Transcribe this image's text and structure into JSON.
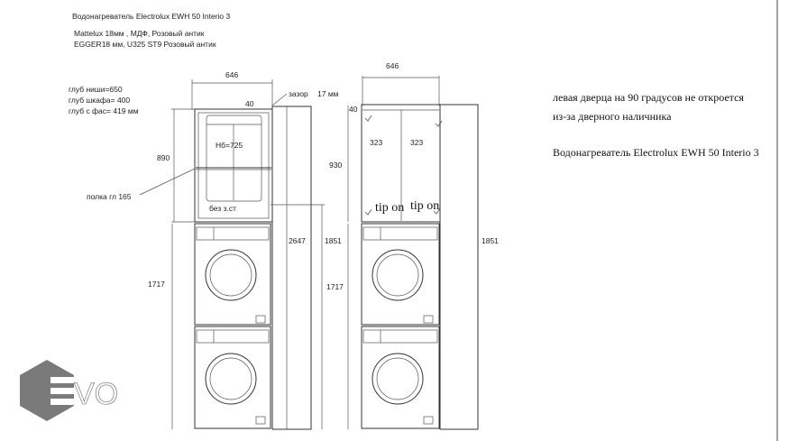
{
  "header": {
    "title": "Водонагреватель Electrolux EWH 50 Interio 3",
    "material_1": "Mattelux 18мм , МДФ, Розовый антик",
    "material_2": "EGGER18 мм, U325 ST9 Розовый антик"
  },
  "left_drawing": {
    "depth_niche": "глуб ниши=650",
    "depth_cabinet": "глуб шкафа= 400",
    "depth_facade": "глуб с фас= 419 мм",
    "width": "646",
    "top_offset": "40",
    "gap_label": "зазор",
    "gap_value": "17 мм",
    "heater_height": "Нб=725",
    "cabinet_height": "890",
    "shelf_label": "полка гл 165",
    "no_back": "без з.ст",
    "total_height": "2647",
    "lower_height": "1851",
    "washer_stack_height": "1717"
  },
  "right_drawing": {
    "width": "646",
    "top_offset": "40",
    "cabinet_height": "930",
    "door_left_width": "323",
    "door_right_width": "323",
    "tip_on_left": "tip on",
    "tip_on_right": "tip on",
    "lower_height": "1851",
    "washer_stack_height": "1717"
  },
  "notes": {
    "line_1": "левая дверца на 90 градусов не откроется",
    "line_2": "из-за дверного наличника",
    "line_3": "Водонагреватель Electrolux EWH 50 Interio 3"
  },
  "logo": {
    "text": "EVO",
    "color": "#7a7a7a"
  }
}
